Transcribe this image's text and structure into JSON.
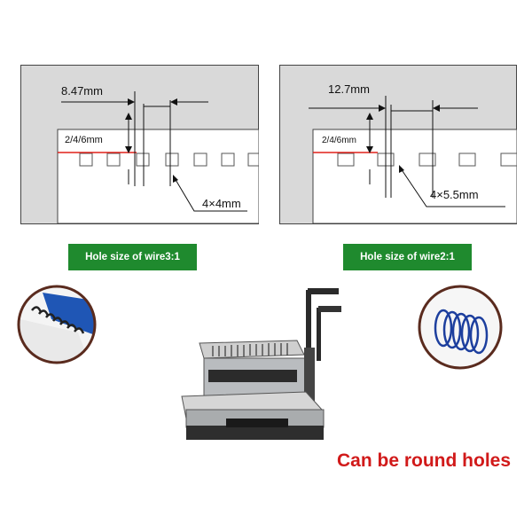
{
  "diagrams": [
    {
      "pitch_label": "8.47mm",
      "margin_label": "2/4/6mm",
      "hole_size_label": "4×4mm",
      "hole_caption": "Hole size of wire3:1"
    },
    {
      "pitch_label": "12.7mm",
      "margin_label": "2/4/6mm",
      "hole_size_label": "4×5.5mm",
      "hole_caption": "Hole size of wire2:1"
    }
  ],
  "photos": {
    "left": "double-loop-wire-binding-closeup",
    "center": "wire-binding-machine",
    "right": "blue-wire-loops-closeup"
  },
  "caption": "Can be round holes",
  "colors": {
    "label_green": "#1f8a2e",
    "caption_red": "#d11a1a",
    "page_gray": "#d9d9d9",
    "margin_red": "#e0201a"
  }
}
